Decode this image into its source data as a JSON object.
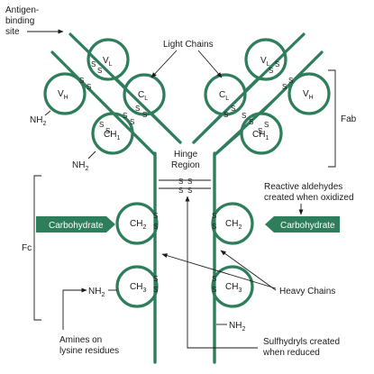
{
  "labels": {
    "antigen_binding_site": [
      "Antigen-",
      "binding",
      "site"
    ],
    "light_chains": "Light Chains",
    "hinge_region": [
      "Hinge",
      "Region"
    ],
    "fab": "Fab",
    "fc": "Fc",
    "reactive_aldehydes": [
      "Reactive aldehydes",
      "created when oxidized"
    ],
    "heavy_chains": "Heavy Chains",
    "amines": [
      "Amines on",
      "lysine residues"
    ],
    "sulfhydryls": [
      "Sulfhydryls created",
      "when reduced"
    ]
  },
  "domains": {
    "vl": "V",
    "vl_sub": "L",
    "vh": "V",
    "vh_sub": "H",
    "cl": "C",
    "cl_sub": "L",
    "ch1": "CH",
    "ch1_sub": "1",
    "ch2": "CH",
    "ch2_sub": "2",
    "ch3": "CH",
    "ch3_sub": "3"
  },
  "termini": {
    "nh2": "NH",
    "nh2_sub": "2"
  },
  "carbohydrate": "Carbohydrate",
  "disulfide": "S",
  "colors": {
    "chain": "#2e7d5b",
    "carbohydrate_fill": "#2e7d5b",
    "text": "#1a1a1a"
  }
}
